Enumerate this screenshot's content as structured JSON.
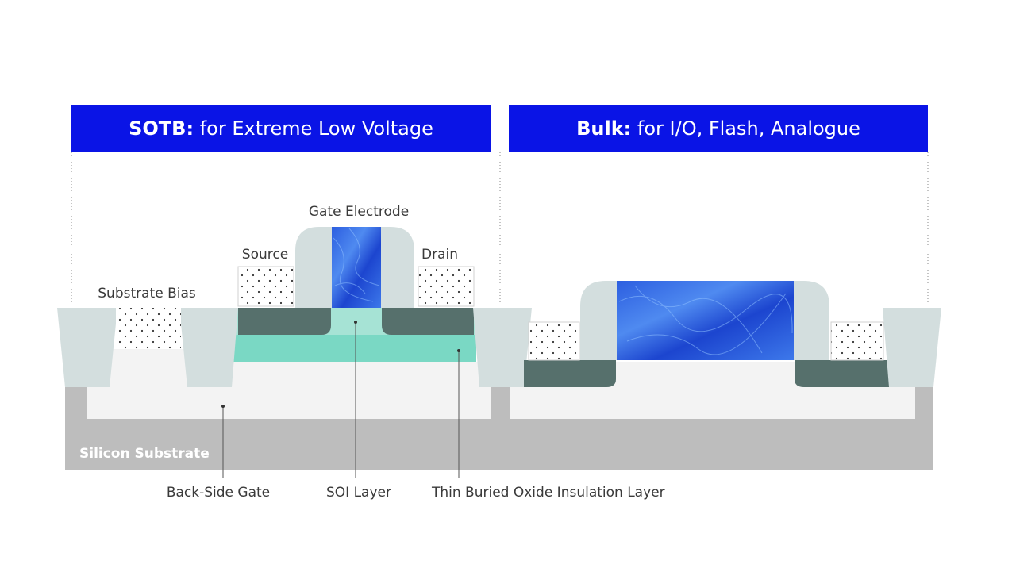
{
  "panels": {
    "left": {
      "title_bold": "SOTB:",
      "title_rest": " for Extreme Low Voltage"
    },
    "right": {
      "title_bold": "Bulk:",
      "title_rest": " for I/O, Flash, Analogue"
    }
  },
  "labels": {
    "gate_electrode": "Gate Electrode",
    "source": "Source",
    "drain": "Drain",
    "substrate_bias": "Substrate Bias",
    "silicon_substrate": "Silicon Substrate",
    "back_side_gate": "Back-Side Gate",
    "soi_layer": "SOI Layer",
    "thin_buried_oxide": "Thin Buried Oxide Insulation Layer"
  },
  "colors": {
    "header_blue": "#0a14e6",
    "gate_blue": "#1f4fd8",
    "sti_gray": "#d3dede",
    "substrate_gray": "#bdbdbd",
    "well_white": "#f3f3f3",
    "dark_teal": "#56706c",
    "soi_teal": "#a6e3d5",
    "box_teal": "#7ad8c4"
  }
}
